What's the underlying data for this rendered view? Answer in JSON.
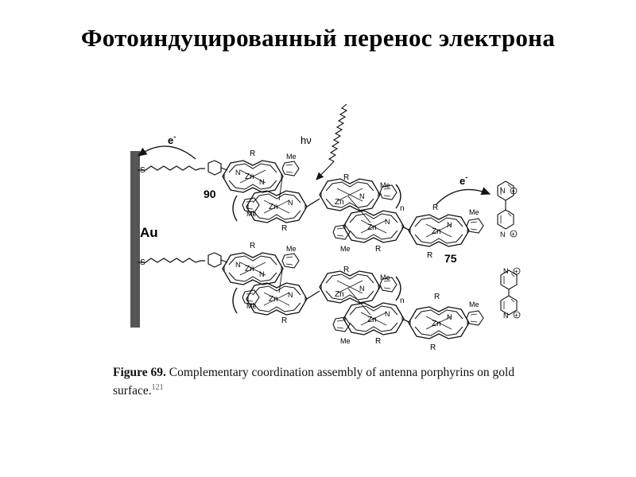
{
  "slide": {
    "title": "Фотоиндуцированный перенос электрона"
  },
  "scheme": {
    "electrode_label": "Au",
    "electron_label": "e",
    "electron_charge": "-",
    "light_label": "hν",
    "compound_upper": "90",
    "compound_right": "75",
    "metal_label": "Zn",
    "nitrogen_label": "N",
    "substituent_r": "R",
    "substituent_me": "Me",
    "sulfur_label": "S",
    "repeat_index": "n",
    "plus_sign": "+"
  },
  "caption": {
    "figure_label": "Figure 69.",
    "text": "Complementary coordination assembly of antenna porphyrins on gold surface.",
    "reference": "121"
  }
}
